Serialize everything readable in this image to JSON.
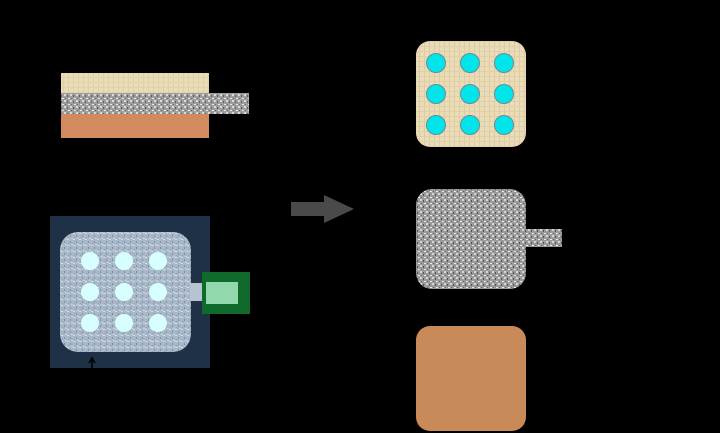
{
  "diagram": {
    "background": "#000000",
    "colors": {
      "cream_layer": "#eadcb7",
      "granite_layer": "#9a9a9a",
      "copper_layer": "#d28a5f",
      "assembly_frame": "#1f3146",
      "assembly_plate": "#a9b8c9",
      "hole_fill_cyan": "#00e5ea",
      "hole_fill_pale": "#d8ffff",
      "connector_green": "#0f6a2c",
      "connector_inner": "#93d8ad",
      "arrow_gray": "#4a4a4a"
    },
    "icons": {
      "process_arrow": "right-arrow-icon",
      "pointer": "up-arrow-icon"
    },
    "hole_grid": {
      "rows": 3,
      "cols": 3
    },
    "components": [
      {
        "id": "top-layer-perforated",
        "material": "textured cream",
        "holes": 9,
        "tab": false
      },
      {
        "id": "middle-layer-granite",
        "material": "granite",
        "holes": 0,
        "tab": true
      },
      {
        "id": "bottom-layer-copper",
        "material": "copper",
        "holes": 0,
        "tab": false
      }
    ]
  }
}
